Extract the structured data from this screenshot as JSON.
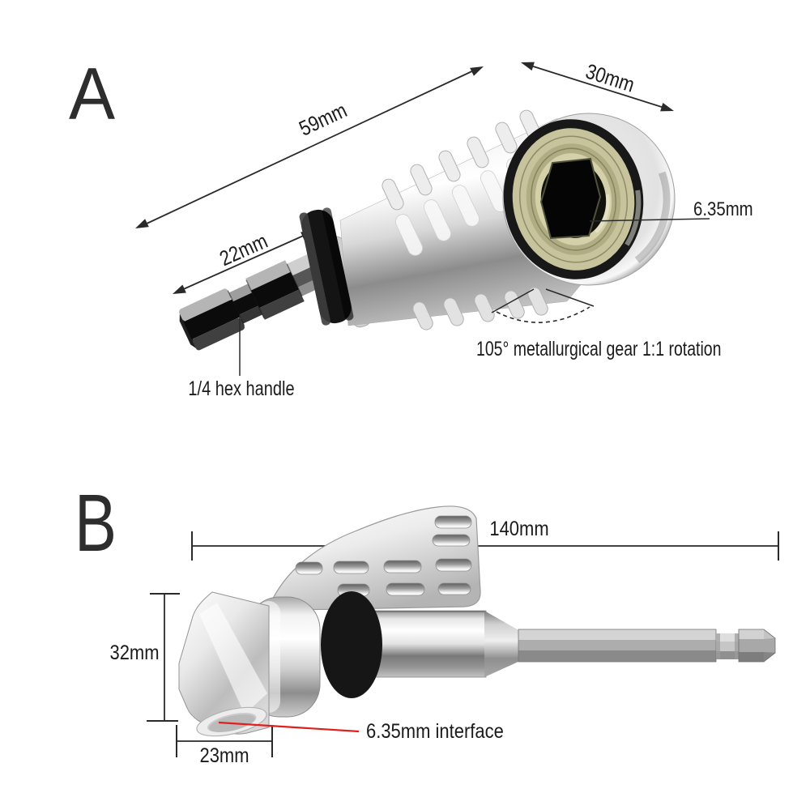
{
  "colors": {
    "text": "#1b1b1b",
    "line": "#2a2a2a",
    "leader_red": "#e0201c",
    "background": "#ffffff"
  },
  "section_a": {
    "label": "A",
    "dimensions": {
      "body_length": "59mm",
      "head_diameter": "30mm",
      "socket_size": "6.35mm",
      "shank_length": "22mm"
    },
    "annotations": {
      "rotation_note": "105° metallurgical gear 1:1 rotation",
      "shank_note": "1/4 hex handle"
    }
  },
  "section_b": {
    "label": "B",
    "dimensions": {
      "overall_length": "140mm",
      "head_height": "32mm",
      "head_width": "23mm"
    },
    "annotations": {
      "interface_note": "6.35mm interface"
    }
  }
}
